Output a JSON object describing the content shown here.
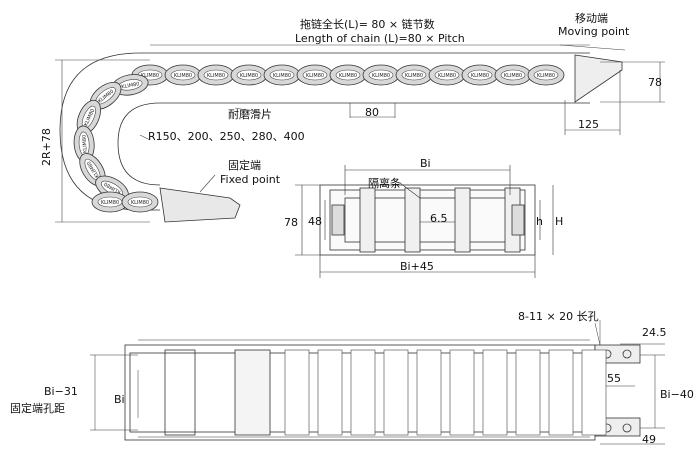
{
  "labels": {
    "length_cn": "拖链全长(L)= 80 × 链节数",
    "length_en": "Length of chain (L)=80 × Pitch",
    "moving_cn": "移动端",
    "moving_en": "Moving point",
    "dim_78_right": "78",
    "wear_slider": "耐磨滑片",
    "dim_80": "80",
    "dim_125": "125",
    "radius_list": "R150、200、250、280、400",
    "two_r": "2R+78",
    "fixed_cn": "固定端",
    "fixed_en": "Fixed point",
    "bi": "Bi",
    "separator": "隔离条",
    "dim_78_section": "78",
    "dim_48": "48",
    "dim_6_5": "6.5",
    "h_small": "h",
    "h_big": "H",
    "bi_plus_45": "Bi+45",
    "slot_hole": "8-11 × 20 长孔",
    "dim_24_5": "24.5",
    "dim_55": "55",
    "bi_minus_31": "Bi−31",
    "fixed_hole_dist": "固定端孔距",
    "bi_bottom": "Bi",
    "bi_minus_40": "Bi−40",
    "dim_49": "49"
  },
  "link_marking": "KLIM80"
}
